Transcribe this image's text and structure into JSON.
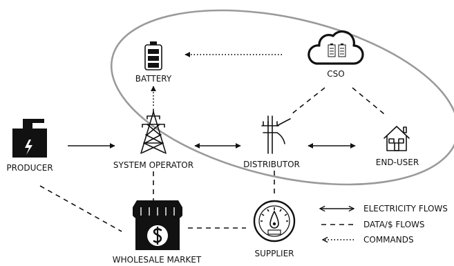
{
  "nodes": {
    "battery": "BATTERY",
    "cso": "CSO",
    "producer": "PRODUCER",
    "system_operator": "SYSTEM OPERATOR",
    "distributor": "DISTRIBUTOR",
    "end_user": "END-USER",
    "wholesale_market": "WHOLESALE MARKET",
    "supplier": "SUPPLIER"
  },
  "legend": {
    "electricity": "ELECTRICITY FLOWS",
    "data": "DATA/$ FLOWS",
    "commands": "COMMANDS"
  },
  "icons": {
    "battery": "battery-icon",
    "cso": "cloud-battery-icon",
    "producer": "factory-icon",
    "system_operator": "transmission-tower-icon",
    "distributor": "utility-pole-icon",
    "end_user": "house-icon",
    "wholesale_market": "store-dollar-icon",
    "supplier": "meter-icon"
  },
  "colors": {
    "ellipse": "#9a9a9a",
    "ink": "#111111"
  }
}
